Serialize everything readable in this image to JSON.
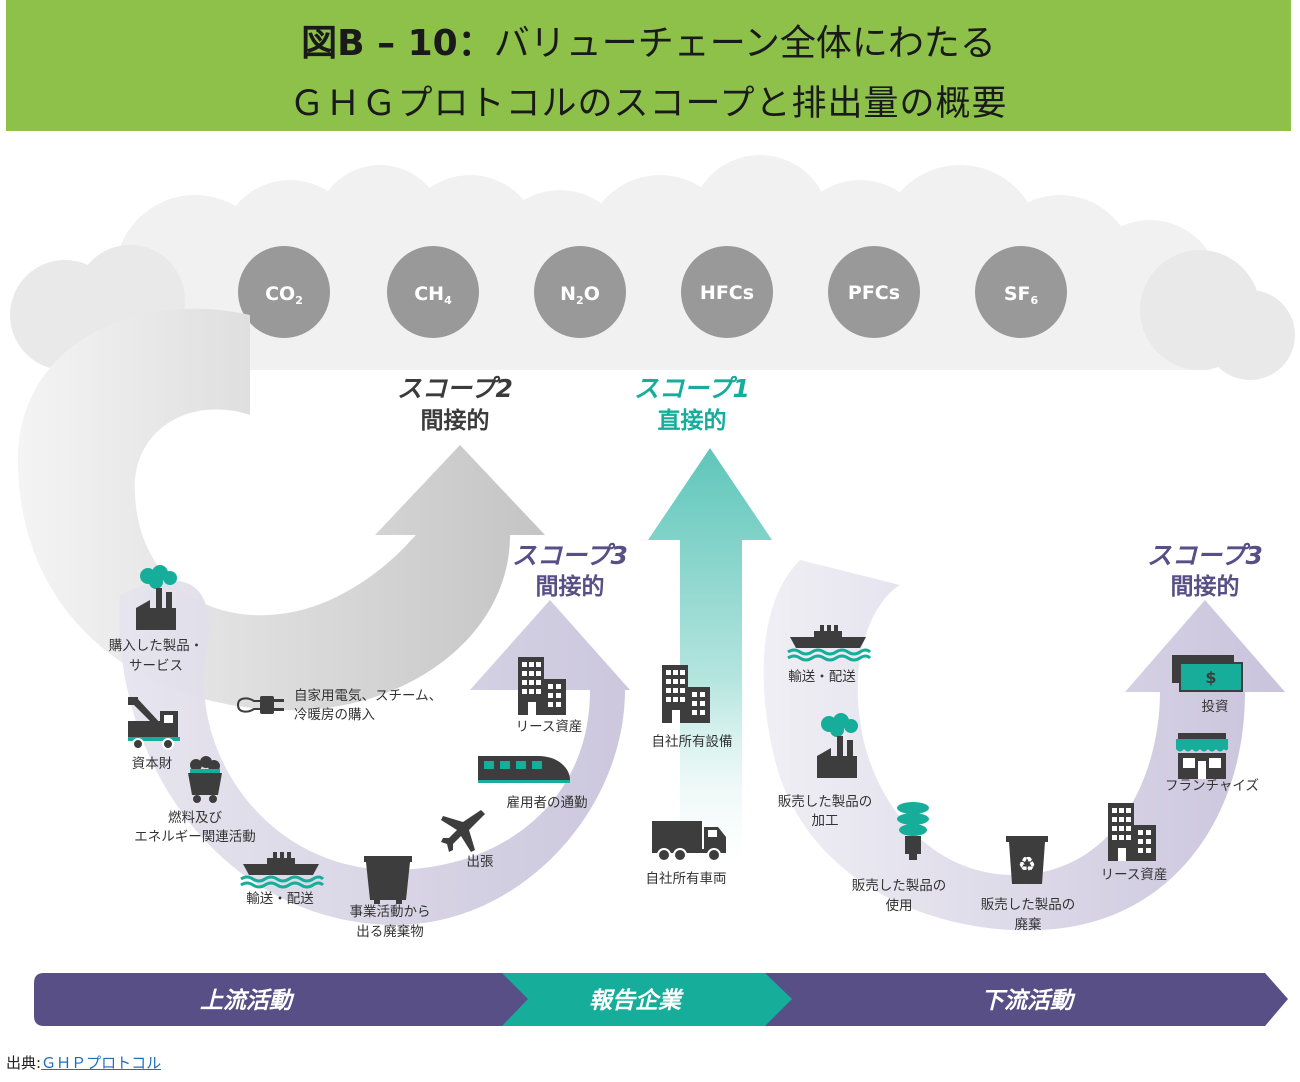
{
  "header": {
    "title_prefix": "図B – 10：",
    "title_rest": "バリューチェーン全体にわたる",
    "subtitle": "ＧＨＧプロトコルのスコープと排出量の概要"
  },
  "gases": [
    {
      "base": "CO",
      "sub": "2"
    },
    {
      "base": "CH",
      "sub": "4"
    },
    {
      "base": "N",
      "sub": "2",
      "tail": "O"
    },
    {
      "base": "HFCs",
      "sub": ""
    },
    {
      "base": "PFCs",
      "sub": ""
    },
    {
      "base": "SF",
      "sub": "6"
    }
  ],
  "scopes": {
    "scope2": {
      "name": "スコープ2",
      "type": "間接的"
    },
    "scope1": {
      "name": "スコープ1",
      "type": "直接的"
    },
    "scope3_up": {
      "name": "スコープ3",
      "type": "間接的"
    },
    "scope3_down": {
      "name": "スコープ3",
      "type": "間接的"
    }
  },
  "upstream": {
    "purchased": [
      "購入した製品・",
      "サービス"
    ],
    "electricity": [
      "自家用電気、スチーム、",
      "冷暖房の購入"
    ],
    "capital": "資本財",
    "fuel": [
      "燃料及び",
      "エネルギー関連活動"
    ],
    "transport": "輸送・配送",
    "waste": [
      "事業活動から",
      "出る廃棄物"
    ],
    "travel": "出張",
    "commute": "雇用者の通勤",
    "leased": "リース資産"
  },
  "company": {
    "facilities": "自社所有設備",
    "vehicles": "自社所有車両"
  },
  "downstream": {
    "transport": "輸送・配送",
    "processing": [
      "販売した製品の",
      "加工"
    ],
    "use": [
      "販売した製品の",
      "使用"
    ],
    "eol": [
      "販売した製品の",
      "廃棄"
    ],
    "leased": "リース資産",
    "franchise": "フランチャイズ",
    "invest": "投資"
  },
  "bar": {
    "upstream": "上流活動",
    "company": "報告企業",
    "downstream": "下流活動"
  },
  "source": {
    "label": "出典:",
    "link": "ＧＨＰプロトコル"
  },
  "colors": {
    "header": "#8dc14a",
    "purple": "#574f86",
    "teal": "#16ad9b",
    "gray": "#9e9e9e"
  }
}
